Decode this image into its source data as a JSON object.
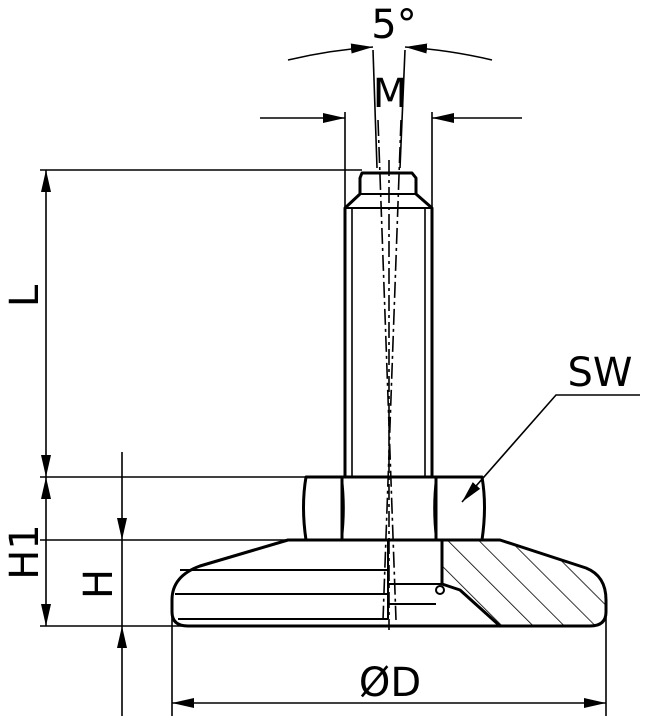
{
  "drawing": {
    "title": "Levelling foot technical drawing",
    "labels": {
      "angle": "5°",
      "thread": "M",
      "length": "L",
      "wrench_size": "SW",
      "total_height": "H1",
      "base_height": "H",
      "diameter": "ØD"
    }
  }
}
